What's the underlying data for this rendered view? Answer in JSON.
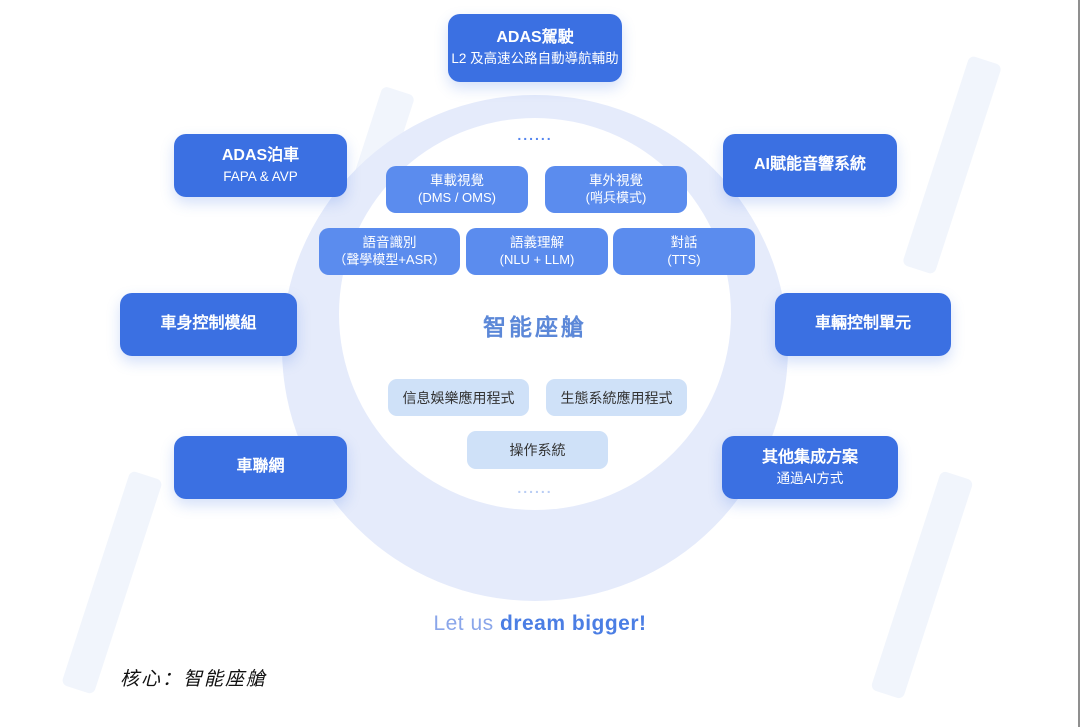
{
  "diagram": {
    "center_title": "智能座艙",
    "top_dots": "......",
    "bottom_dots": "......",
    "outer_nodes": [
      {
        "title": "ADAS駕駛",
        "subtitle": "L2 及高速公路自動導航輔助"
      },
      {
        "title": "ADAS泊車",
        "subtitle": "FAPA & AVP"
      },
      {
        "title": "AI賦能音響系統",
        "subtitle": ""
      },
      {
        "title": "車身控制模組",
        "subtitle": ""
      },
      {
        "title": "車輛控制單元",
        "subtitle": ""
      },
      {
        "title": "車聯網",
        "subtitle": ""
      },
      {
        "title": "其他集成方案",
        "subtitle": "通過AI方式"
      }
    ],
    "vision_nodes": [
      {
        "line1": "車載視覺",
        "line2": "(DMS / OMS)"
      },
      {
        "line1": "車外視覺",
        "line2": "(哨兵模式)"
      }
    ],
    "speech_nodes": [
      {
        "line1": "語音識別",
        "line2": "（聲學模型+ASR）"
      },
      {
        "line1": "語義理解",
        "line2": "(NLU + LLM)"
      },
      {
        "line1": "對話",
        "line2": "(TTS)"
      }
    ],
    "app_nodes": [
      {
        "label": "信息娛樂應用程式"
      },
      {
        "label": "生態系統應用程式"
      }
    ],
    "os_node": "操作系統",
    "tagline": {
      "light": "Let us ",
      "bold": "dream bigger!"
    },
    "caption": "核心：智能座艙",
    "colors": {
      "primary_blue": "#3b70e2",
      "mid_blue": "#5b8cee",
      "light_blue": "#cfe1f8",
      "ring_blue": "#e5ebfb",
      "title_blue": "#5c88d8",
      "tagline_blue": "#4b7ee4"
    }
  }
}
